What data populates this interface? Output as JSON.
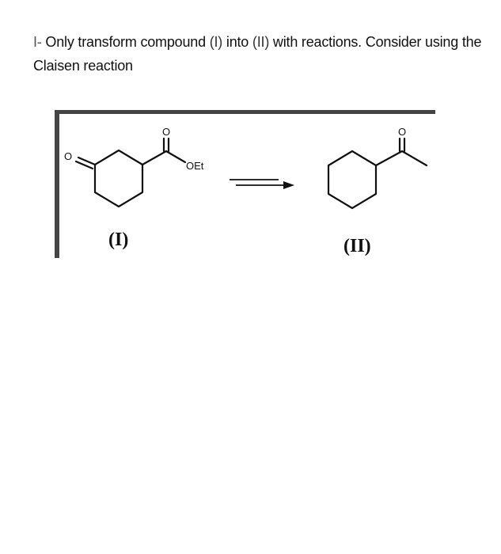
{
  "question": {
    "number": "I-",
    "text_before_1": " Only transform compound ",
    "ref_1": "(I)",
    "text_between": " into ",
    "ref_2": "(II)",
    "text_after": " with reactions.  Consider using the Claisen reaction"
  },
  "scheme": {
    "compound_1": {
      "label": "(I)",
      "ketone_oxygen": "O",
      "ester_carbonyl_oxygen": "O",
      "ester_group": "OEt"
    },
    "compound_2": {
      "label": "(II)",
      "carbonyl_oxygen": "O"
    },
    "arrow": "reaction-arrow"
  }
}
